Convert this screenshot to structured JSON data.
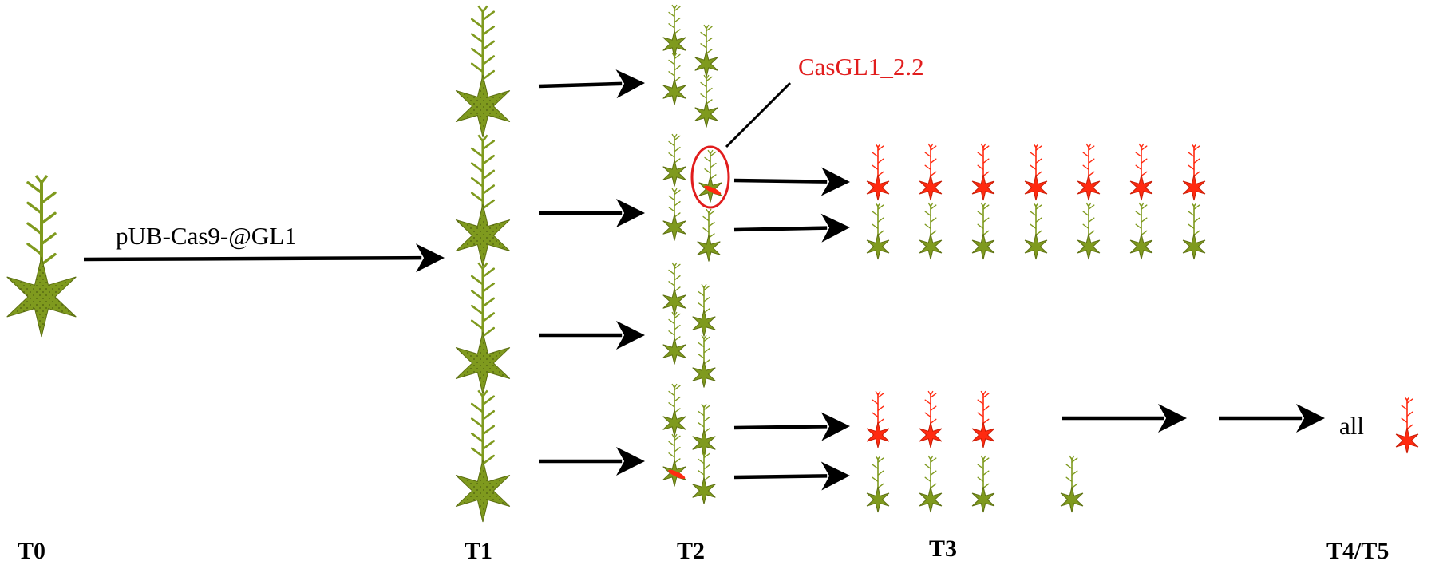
{
  "colors": {
    "wildtype": "#7f9a1e",
    "mutant": "#ff2a10",
    "arrow": "#000000",
    "highlight": "#e11d1d",
    "text": "#000000"
  },
  "generations": {
    "t0": "T0",
    "t1": "T1",
    "t2": "T2",
    "t3": "T3",
    "t45": "T4/T5"
  },
  "construct_label": "pUB-Cas9-@GL1",
  "selected_line": "CasGL1_2.2",
  "final_label": "all",
  "t3_progeny": {
    "line_2_2": {
      "mutant_count": 7,
      "wildtype_count": 7
    },
    "line_4": {
      "mutant_count": 3,
      "wildtype_count": 4
    }
  },
  "icons": {
    "t0_plant": "wildtype-plant-icon",
    "t1_plant": "wildtype-plant-icon",
    "mutant_plant": "mutant-plant-icon",
    "arrow": "arrow-icon"
  }
}
